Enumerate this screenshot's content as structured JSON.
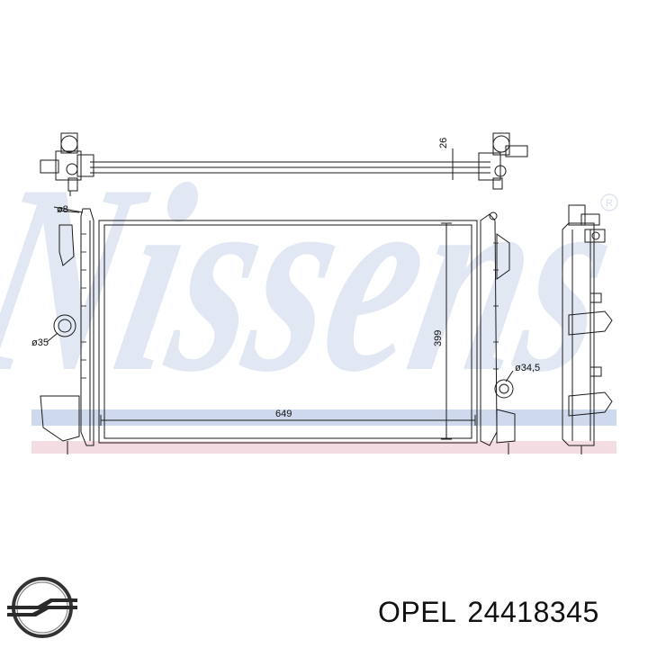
{
  "watermark": {
    "text": "Nissens",
    "registered_mark": "R"
  },
  "dimensions": {
    "top_height": "26",
    "inlet_diameter": "ø8",
    "left_pipe_diameter": "ø35",
    "right_pipe_diameter": "ø34,5",
    "core_height": "399",
    "core_width": "649"
  },
  "brand_logo": {
    "icon": "opel-blitz-logo-icon"
  },
  "caption": {
    "brand": "OPEL",
    "part_number": "24418345"
  },
  "colors": {
    "watermark_blue": "#c9d5ea",
    "band_pink": "#f4dce3",
    "band_blue": "#cfd9ee",
    "line": "#1a1a1a"
  }
}
